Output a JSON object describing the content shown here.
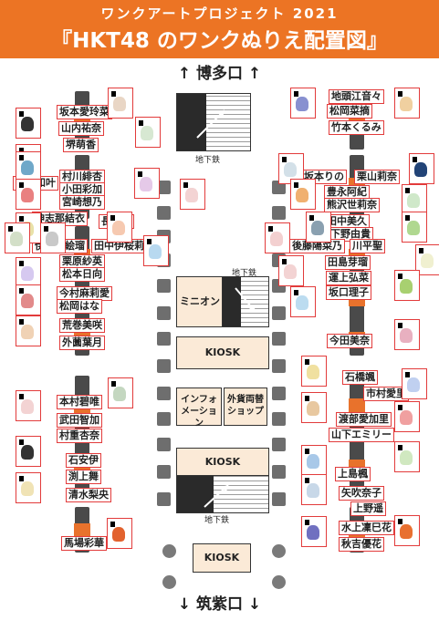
{
  "header": {
    "subtitle": "ワンクアートプロジェクト 2021",
    "title": "『HKT48 のワンクぬりえ配置図』"
  },
  "exits": {
    "top": "↑ 博多口 ↑",
    "bottom": "↓ 筑紫口 ↓"
  },
  "labels": {
    "subway_top": "地下鉄",
    "subway_mid": "地下鉄",
    "subway_bottom": "地下鉄",
    "minion": "ミニオン",
    "kiosk1": "KIOSK",
    "kiosk2": "KIOSK",
    "kiosk3": "KIOSK",
    "info": "インフォ\nメーション",
    "exchange": "外貨両替\nショップ"
  },
  "members": [
    "坂本愛玲菜",
    "山内祐奈",
    "堺萌香",
    "村上和叶",
    "村川緋杏",
    "小田彩加",
    "宮崎想乃",
    "神志那結衣",
    "長野雅",
    "伊藤優絵瑠",
    "田中伊桜莉",
    "栗原紗英",
    "松本日向",
    "今村麻莉愛",
    "松岡はな",
    "荒巻美咲",
    "外薗葉月",
    "本村碧唯",
    "武田智加",
    "村重杏奈",
    "石安伊",
    "渕上舞",
    "清水梨央",
    "馬場彩華",
    "地頭江音々",
    "松岡菜摘",
    "竹本くるみ",
    "坂本りの",
    "栗山莉奈",
    "豊永阿紀",
    "熊沢世莉奈",
    "田中美久",
    "下野由貴",
    "後藤陽菜乃",
    "川平聖",
    "田島芽瑠",
    "運上弘菜",
    "坂口理子",
    "今田美奈",
    "石橋颯",
    "市村愛里",
    "渡部愛加里",
    "山下エミリー",
    "上島楓",
    "矢吹奈子",
    "上野遥",
    "水上凜巳花",
    "秋吉優花"
  ],
  "colors": {
    "header": "#ec7424",
    "border": "#e23b3b",
    "band": "#e8722c",
    "kiosk": "#fbead7"
  }
}
